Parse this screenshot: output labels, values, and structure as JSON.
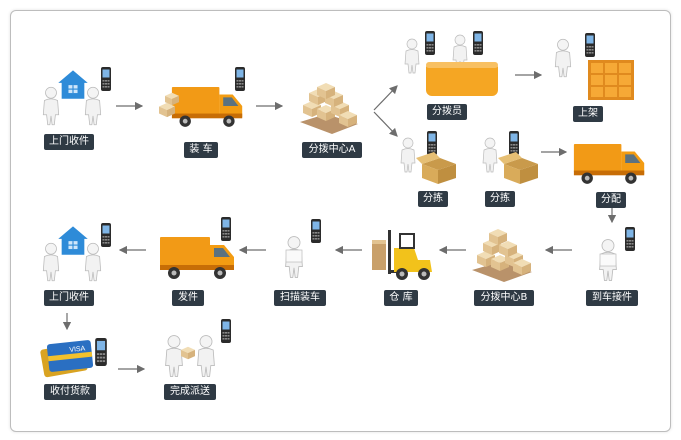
{
  "nodes": [
    {
      "id": "n1",
      "label": "上门收件",
      "icon": "house-courier-icon"
    },
    {
      "id": "n2",
      "label": "装 车",
      "icon": "truck-loading-icon"
    },
    {
      "id": "n3",
      "label": "分拨中心A",
      "icon": "package-stack-icon"
    },
    {
      "id": "n4",
      "label": "分拨员",
      "icon": "dispatcher-desk-icon"
    },
    {
      "id": "n5",
      "label": "上架",
      "icon": "shelving-icon"
    },
    {
      "id": "n6",
      "label": "分拣",
      "icon": "sorting-box-icon"
    },
    {
      "id": "n7",
      "label": "分拣",
      "icon": "sorting-box-icon"
    },
    {
      "id": "n8",
      "label": "分配",
      "icon": "truck-icon"
    },
    {
      "id": "n9",
      "label": "到车接件",
      "icon": "courier-receive-icon"
    },
    {
      "id": "n10",
      "label": "分拨中心B",
      "icon": "package-stack-icon"
    },
    {
      "id": "n11",
      "label": "仓 库",
      "icon": "forklift-icon"
    },
    {
      "id": "n12",
      "label": "扫描装车",
      "icon": "scanning-courier-icon"
    },
    {
      "id": "n13",
      "label": "发件",
      "icon": "truck-icon"
    },
    {
      "id": "n14",
      "label": "上门收件",
      "icon": "house-courier-icon"
    },
    {
      "id": "n15",
      "label": "收付货款",
      "icon": "bank-card-icon"
    },
    {
      "id": "n16",
      "label": "完成派送",
      "icon": "handover-icon"
    }
  ],
  "colors": {
    "label_bg": "#2f3a44",
    "label_text": "#ffffff",
    "truck_orange": "#f39c12",
    "house_blue": "#2e8bd8",
    "box_tan": "#e8cfa1",
    "arrow": "#6d6d6d",
    "frame_border": "#bdbdbd"
  }
}
